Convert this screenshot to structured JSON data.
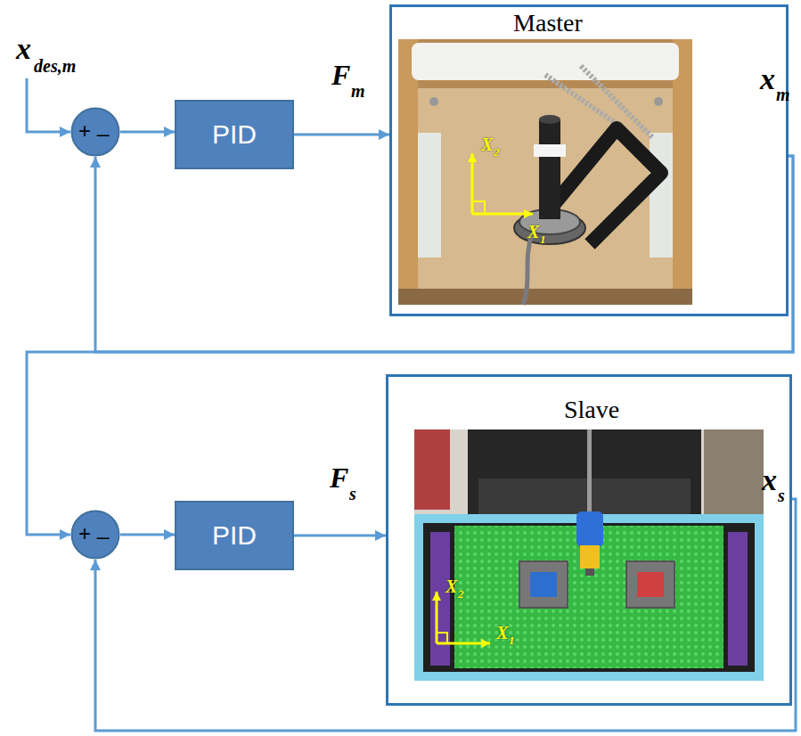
{
  "diagram": {
    "nodes": [
      {
        "text": [
          "+",
          "_"
        ]
      },
      {
        "text": [
          "PID"
        ]
      },
      {
        "text": [
          "Master"
        ]
      },
      {
        "text": [
          "+",
          "_"
        ]
      },
      {
        "text": [
          "PID"
        ]
      },
      {
        "text": [
          "Slave"
        ]
      }
    ],
    "edges": [
      {
        "from": 0,
        "to": 1,
        "arrow": "to"
      },
      {
        "from": 1,
        "to": 2,
        "arrow": "to"
      },
      {
        "from": 2,
        "to": 0,
        "arrow": "to"
      },
      {
        "from": 2,
        "to": 3,
        "arrow": "to"
      },
      {
        "from": 3,
        "to": 4,
        "arrow": "to"
      },
      {
        "from": 4,
        "to": 5,
        "arrow": "to"
      },
      {
        "from": 5,
        "to": 3,
        "arrow": "to"
      }
    ],
    "labels": [
      "x",
      "des,m",
      "F",
      "m",
      "x",
      "m",
      "X",
      "2",
      "X",
      "1",
      "F",
      "s",
      "x",
      "s",
      "X",
      "2",
      "X",
      "1"
    ]
  }
}
